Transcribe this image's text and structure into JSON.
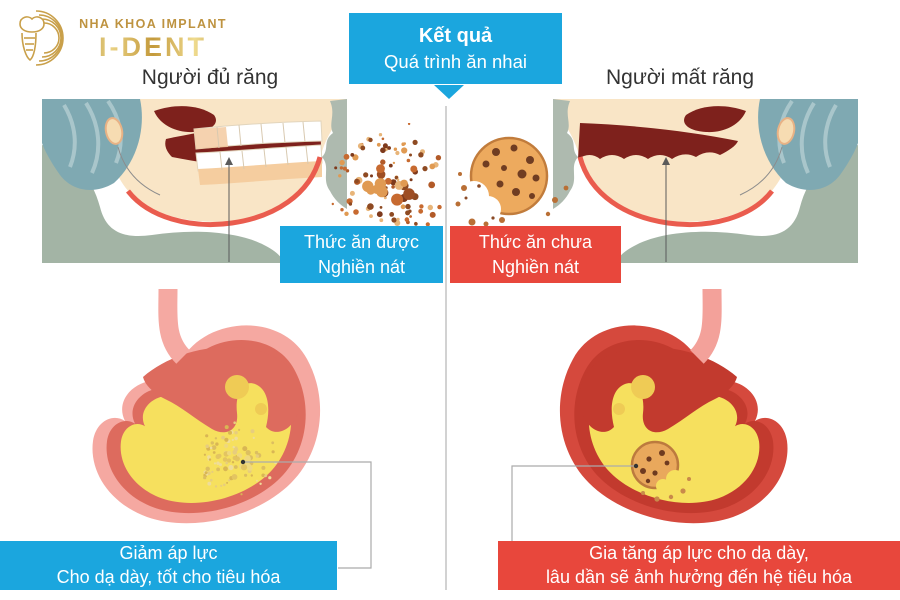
{
  "logo": {
    "brand_top": "NHA KHOA IMPLANT",
    "brand_name": "I-DENT",
    "icon": "tooth-implant-icon",
    "gold_color": "#C29A44"
  },
  "header": {
    "title": "Kết quả",
    "subtitle": "Quá trình ăn nhai",
    "bg_color": "#1BA6DE"
  },
  "columns": {
    "left": {
      "heading": "Người đủ răng",
      "food_label": {
        "line1": "Thức ăn được",
        "line2": "Nghiền nát",
        "bg_color": "#1BA6DE"
      },
      "result": {
        "line1": "Giảm áp lực",
        "line2": "Cho dạ dày, tốt cho tiêu hóa",
        "bg_color": "#1BA6DE"
      }
    },
    "right": {
      "heading": "Người mất răng",
      "food_label": {
        "line1": "Thức ăn chưa",
        "line2": "Nghiền nát",
        "bg_color": "#E8473C"
      },
      "result": {
        "line1": "Gia tăng áp lực cho dạ dày,",
        "line2": "lâu dần sẽ ảnh hưởng đến hệ tiêu hóa",
        "bg_color": "#E8473C"
      }
    }
  },
  "colors": {
    "primary_blue": "#1BA6DE",
    "primary_red": "#E8473C",
    "heading_text": "#333333",
    "skin": "#F9E5C6",
    "jaw_outline_red": "#EA5C4E",
    "mouth_dark": "#7E211C",
    "hair_teal": "#7FA9B2",
    "neck_sage": "#A3B4A5",
    "stomach_pink": "#F5A8A1",
    "stomach_red": "#DD6B5E",
    "stomach_inflamed": "#D5493D",
    "stomach_yellow": "#F6E05E",
    "cookie_body": "#EDAA5E",
    "divider_gray": "#C4C4C4"
  }
}
